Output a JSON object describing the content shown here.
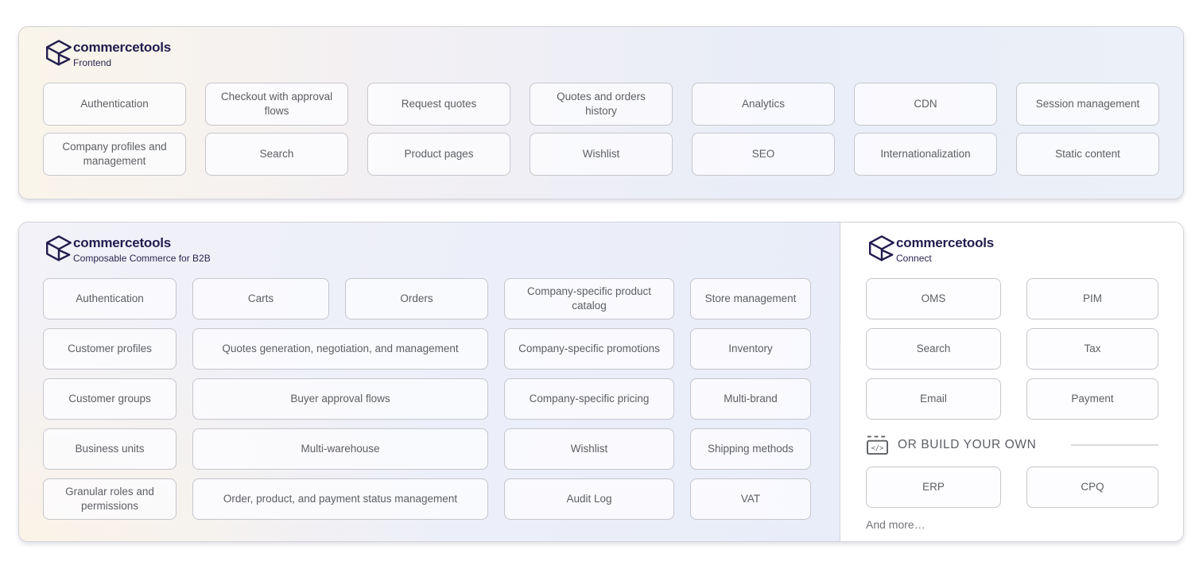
{
  "frontend_panel": {
    "brand": "commercetools",
    "product": "Frontend",
    "chips": [
      "Authentication",
      "Checkout with approval flows",
      "Request quotes",
      "Quotes and orders history",
      "Analytics",
      "CDN",
      "Session management",
      "Company profiles and management",
      "Search",
      "Product pages",
      "Wishlist",
      "SEO",
      "Internationalization",
      "Static content"
    ]
  },
  "b2b_panel": {
    "brand": "commercetools",
    "product": "Composable Commerce for B2B",
    "rows": [
      {
        "cells": [
          {
            "label": "Authentication",
            "span": 1
          },
          {
            "label": "Carts",
            "span": 1
          },
          {
            "label": "Orders",
            "span": 1
          },
          {
            "label": "Company-specific product catalog",
            "span": 1
          },
          {
            "label": "Store management",
            "span": 1
          }
        ]
      },
      {
        "cells": [
          {
            "label": "Customer profiles",
            "span": 1
          },
          {
            "label": "Quotes generation, negotiation, and management",
            "span": 2
          },
          {
            "label": "Company-specific promotions",
            "span": 1
          },
          {
            "label": "Inventory",
            "span": 1
          }
        ]
      },
      {
        "cells": [
          {
            "label": "Customer groups",
            "span": 1
          },
          {
            "label": "Buyer approval flows",
            "span": 2
          },
          {
            "label": "Company-specific pricing",
            "span": 1
          },
          {
            "label": "Multi-brand",
            "span": 1
          }
        ]
      },
      {
        "cells": [
          {
            "label": "Business units",
            "span": 1
          },
          {
            "label": "Multi-warehouse",
            "span": 2
          },
          {
            "label": "Wishlist",
            "span": 1
          },
          {
            "label": "Shipping methods",
            "span": 1
          }
        ]
      },
      {
        "cells": [
          {
            "label": "Granular roles and permissions",
            "span": 1
          },
          {
            "label": "Order, product, and payment status management",
            "span": 2
          },
          {
            "label": "Audit Log",
            "span": 1
          },
          {
            "label": "VAT",
            "span": 1
          }
        ]
      }
    ]
  },
  "connect_panel": {
    "brand": "commercetools",
    "product": "Connect",
    "chips": [
      "OMS",
      "PIM",
      "Search",
      "Tax",
      "Email",
      "Payment"
    ],
    "build_your_own_label": "OR BUILD YOUR OWN",
    "build_your_own_icon": "code-window-icon",
    "custom_chips": [
      "ERP",
      "CPQ"
    ],
    "more_label": "And more…"
  },
  "colors": {
    "brand_navy": "#221d4e",
    "chip_text": "#5c5f64",
    "chip_border": "#c6c6cd",
    "chip_bg": "#fcfdff",
    "panel_border": "#d2d2d8",
    "frontend_gradient_start": "#faf5ea",
    "frontend_gradient_end": "#e9edf8",
    "b2b_gradient_cream": "#faf3e7",
    "b2b_gradient_lavender": "#e9edf9",
    "connect_bg": "#ffffff"
  }
}
